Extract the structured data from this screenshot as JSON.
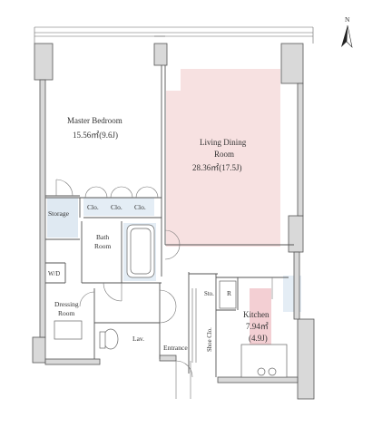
{
  "colors": {
    "wall": "#d9d9d9",
    "living_highlight": "#f7e1e1",
    "kitchen_highlight": "#f3cfd3",
    "wet_area": "#dfe9f2",
    "line": "#555555"
  },
  "compass": {
    "north_label": "N",
    "icon": "north-arrow-icon"
  },
  "rooms": {
    "master_bedroom": {
      "name": "Master Bedroom",
      "area": "15.56㎡(9.6J)"
    },
    "living_dining": {
      "name_line1": "Living Dining",
      "name_line2": "Room",
      "area": "28.36㎡(17.5J)"
    },
    "kitchen": {
      "name": "Kitchen",
      "area": "7.94㎡",
      "area_j": "(4.9J)"
    },
    "storage": {
      "name": "Storage"
    },
    "clo1": {
      "name": "Clo."
    },
    "clo2": {
      "name": "Clo."
    },
    "clo3": {
      "name": "Clo."
    },
    "bath": {
      "name_line1": "Bath",
      "name_line2": "Room"
    },
    "wd": {
      "name": "W/D"
    },
    "dressing": {
      "name_line1": "Dressing",
      "name_line2": "Room"
    },
    "lav": {
      "name": "Lav."
    },
    "entrance": {
      "name": "Entrance"
    },
    "sto": {
      "name": "Sto."
    },
    "r": {
      "name": "R"
    },
    "shoe_clo": {
      "name": "Shoe Clo."
    }
  }
}
